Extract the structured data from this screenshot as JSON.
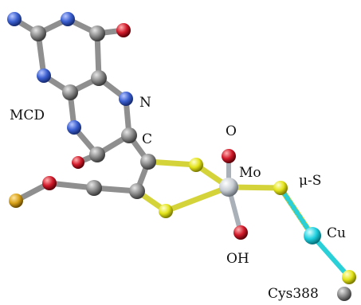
{
  "labels": {
    "mcd": "MCD",
    "n": "N",
    "c": "C",
    "o": "O",
    "mo": "Mo",
    "mu_s": "μ-S",
    "cu": "Cu",
    "oh": "OH",
    "cys": "Cys388"
  },
  "colors": {
    "carbon": "#8a8a8a",
    "nitrogen": "#3b5fd0",
    "oxygen": "#d11a2a",
    "sulfur": "#e3e31a",
    "molybdenum": "#c8ced4",
    "copper": "#1fd0e0",
    "phosphorus": "#d9a21a",
    "background": "#ffffff"
  }
}
